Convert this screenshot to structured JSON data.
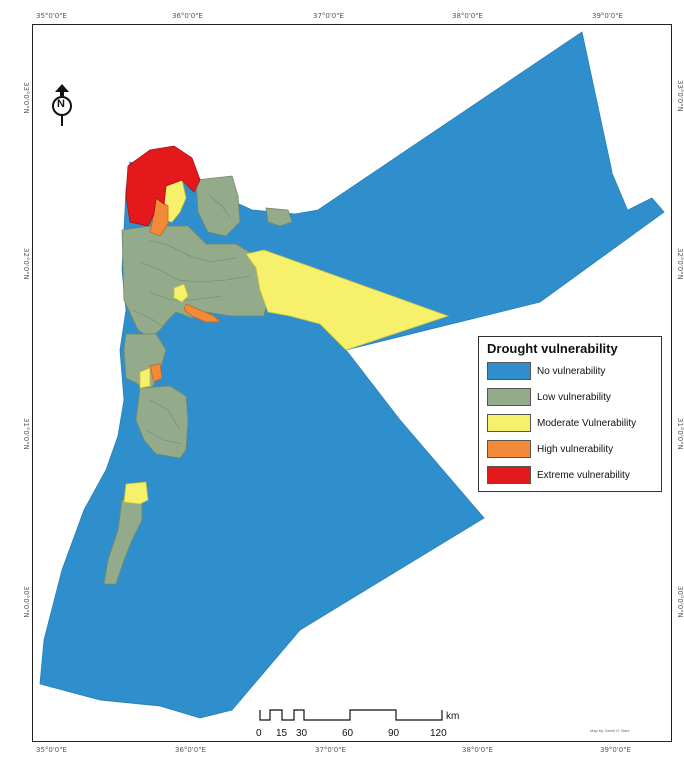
{
  "map": {
    "top_coords": [
      "35°0'0\"E",
      "36°0'0\"E",
      "37°0'0\"E",
      "38°0'0\"E",
      "39°0'0\"E"
    ],
    "bottom_coords": [
      "35°0'0\"E",
      "36°0'0\"E",
      "37°0'0\"E",
      "38°0'0\"E",
      "39°0'0\"E"
    ],
    "left_coords": [
      "33°0'0\"N",
      "32°0'0\"N",
      "31°0'0\"N",
      "30°0'0\"N"
    ],
    "right_coords": [
      "33°0'0\"N",
      "32°0'0\"N",
      "31°0'0\"N",
      "30°0'0\"N"
    ],
    "north_arrow": "N",
    "credit": "Map by: Aseel H. Bani",
    "legend": {
      "title": "Drought vulnerability",
      "items": [
        {
          "label": "No vulnerability",
          "color": "#2f8fcc"
        },
        {
          "label": "Low vulnerability",
          "color": "#93ab8a"
        },
        {
          "label": "Moderate Vulnerability",
          "color": "#f7f06a"
        },
        {
          "label": "High vulnerability",
          "color": "#f28a3a"
        },
        {
          "label": "Extreme vulnerability",
          "color": "#e3191c"
        }
      ]
    },
    "scale": {
      "labels": [
        "0",
        "15",
        "30",
        "60",
        "90",
        "120"
      ],
      "unit": "km"
    }
  }
}
